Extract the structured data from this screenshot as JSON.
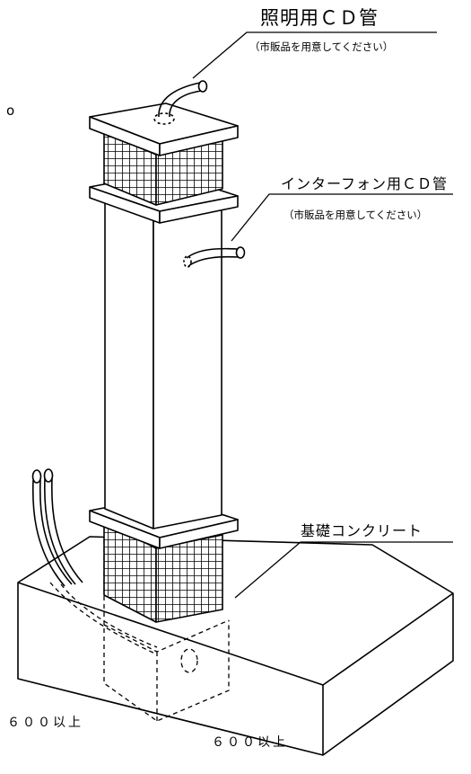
{
  "labels": {
    "lighting_cd": "照明用ＣＤ管",
    "lighting_note": "（市販品を用意してください）",
    "intercom_cd": "インターフォン用ＣＤ管",
    "intercom_note": "（市販品を用意してください）",
    "foundation": "基礎コンクリート",
    "dim_left": "６００以上",
    "dim_right": "６００以上",
    "small_mark": "o"
  }
}
